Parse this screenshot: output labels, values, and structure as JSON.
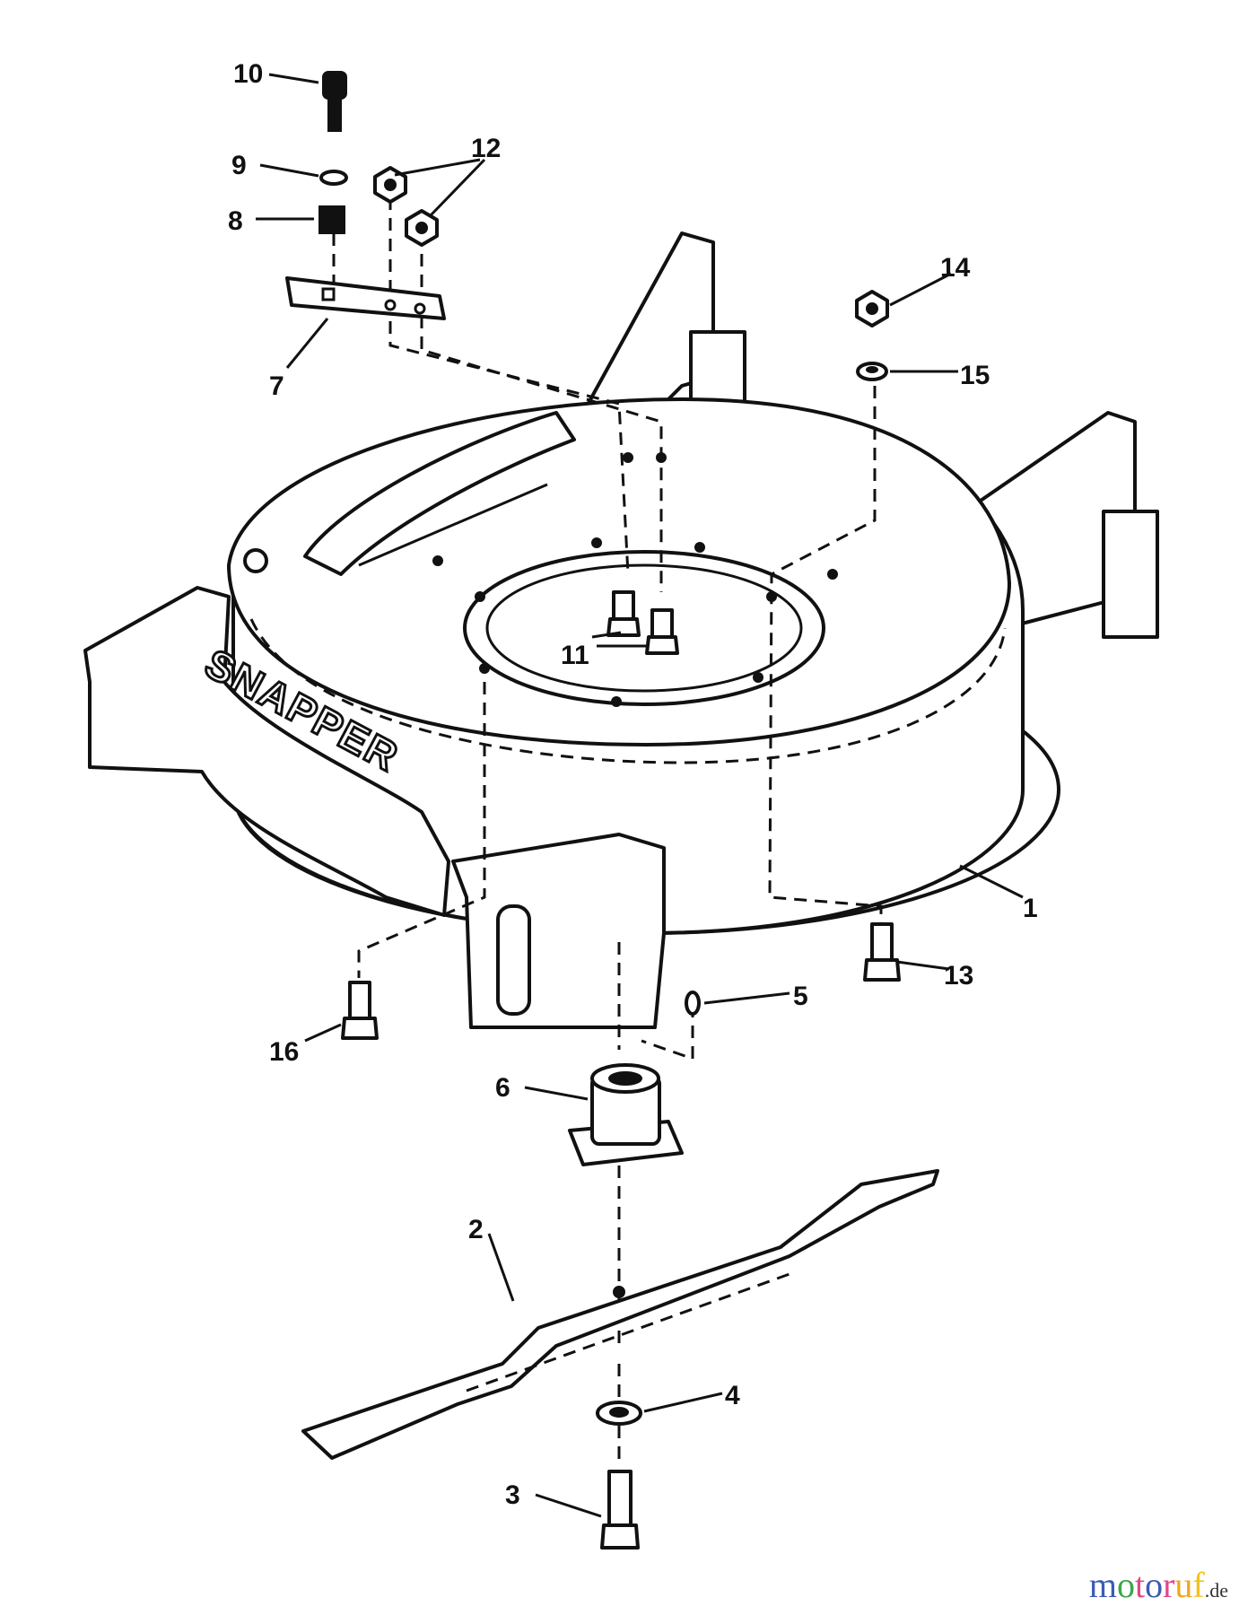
{
  "diagram": {
    "brand_lettering": "SNAPPER",
    "callouts": {
      "c1": "1",
      "c2": "2",
      "c3": "3",
      "c4": "4",
      "c5": "5",
      "c6": "6",
      "c7": "7",
      "c8": "8",
      "c9": "9",
      "c10": "10",
      "c11": "11",
      "c12": "12",
      "c13": "13",
      "c14": "14",
      "c15": "15",
      "c16": "16"
    }
  },
  "watermark": {
    "name": "motoruf",
    "suffix": ".de",
    "colors": [
      "#3b5bb5",
      "#3aa64a",
      "#e0478a",
      "#3b5bb5",
      "#e0478a",
      "#f2a51a",
      "#f2c21a"
    ]
  }
}
